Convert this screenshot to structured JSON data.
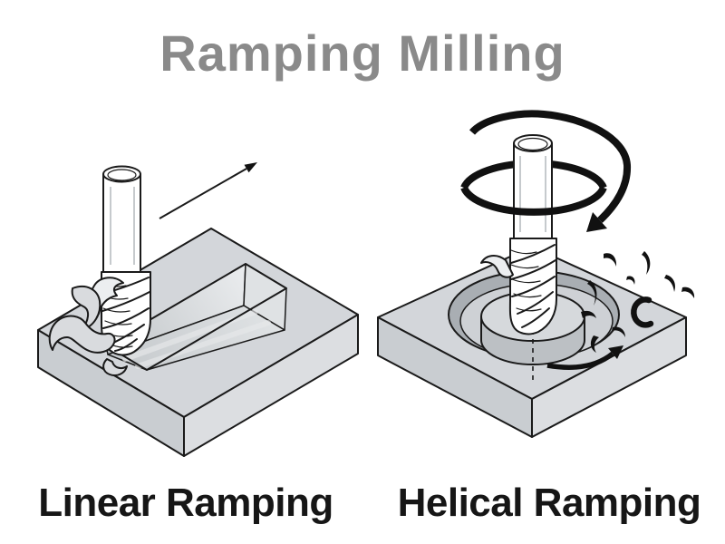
{
  "title": {
    "text": "Ramping Milling"
  },
  "panels": [
    {
      "id": "linear",
      "label": "Linear Ramping",
      "illustration": "linear-ramping-figure"
    },
    {
      "id": "helical",
      "label": "Helical Ramping",
      "illustration": "helical-ramping-figure"
    }
  ],
  "colors": {
    "background": "#ffffff",
    "title": "#8a8a8a",
    "label": "#161616",
    "outline": "#1a1a1a",
    "block_top": "#d3d6da",
    "block_left": "#c9cdd1",
    "block_right": "#dcdee1",
    "pocket_wall": "#a9aeb3",
    "pocket_floor": "#ced1d5",
    "boss_side": "#bcc0c4",
    "boss_top": "#d6d9dc",
    "chip_gray": "#d9dbde",
    "chip_black": "#111111",
    "tool_white": "#ffffff"
  }
}
